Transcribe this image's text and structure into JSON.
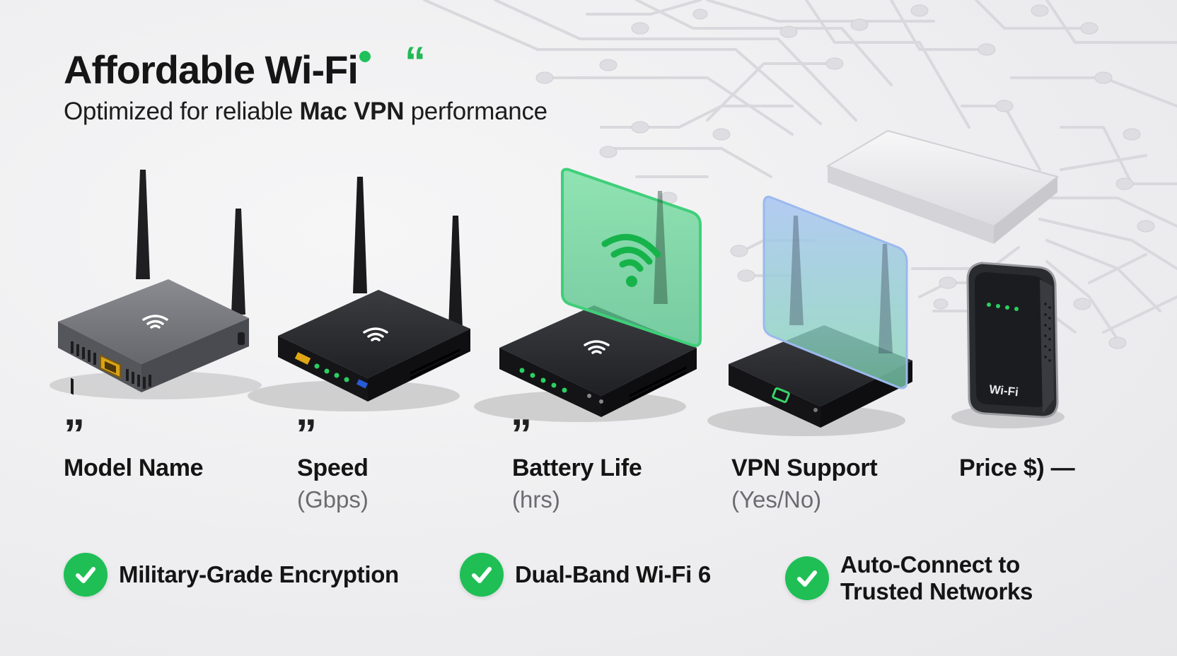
{
  "header": {
    "title": "Affordable Wi-Fi",
    "title_quote": "“",
    "subtitle_pre": "Optimized for reliable ",
    "subtitle_bold": "Mac VPN",
    "subtitle_post": " performance"
  },
  "columns": [
    {
      "quote": "”",
      "label": "Model Name",
      "unit": ""
    },
    {
      "quote": "”",
      "label": "Speed",
      "unit": "(Gbps)"
    },
    {
      "quote": "”",
      "label": "Battery Life",
      "unit": "(hrs)"
    },
    {
      "quote": "",
      "label": "VPN Support",
      "unit": "(Yes/No)"
    },
    {
      "quote": "",
      "label": "Price $) —",
      "unit": ""
    }
  ],
  "features": [
    {
      "line1": "Military-Grade Encryption",
      "line2": ""
    },
    {
      "line1": "Dual-Band Wi-Fi 6",
      "line2": ""
    },
    {
      "line1": "Auto-Connect to",
      "line2": "Trusted Networks"
    }
  ],
  "devices": [
    {
      "name": "gray-router",
      "icon": "wifi-icon"
    },
    {
      "name": "black-router",
      "icon": "wifi-icon"
    },
    {
      "name": "router-with-green-glass-panel",
      "icon": "wifi-icon"
    },
    {
      "name": "router-with-blue-glass-panel",
      "icon": ""
    },
    {
      "name": "portable-hotspot",
      "label": "Wi-Fi"
    }
  ],
  "colors": {
    "accent_green": "#1fbf56",
    "text_dark": "#141414",
    "text_muted": "#6c6c70",
    "background": "#efeff1"
  }
}
